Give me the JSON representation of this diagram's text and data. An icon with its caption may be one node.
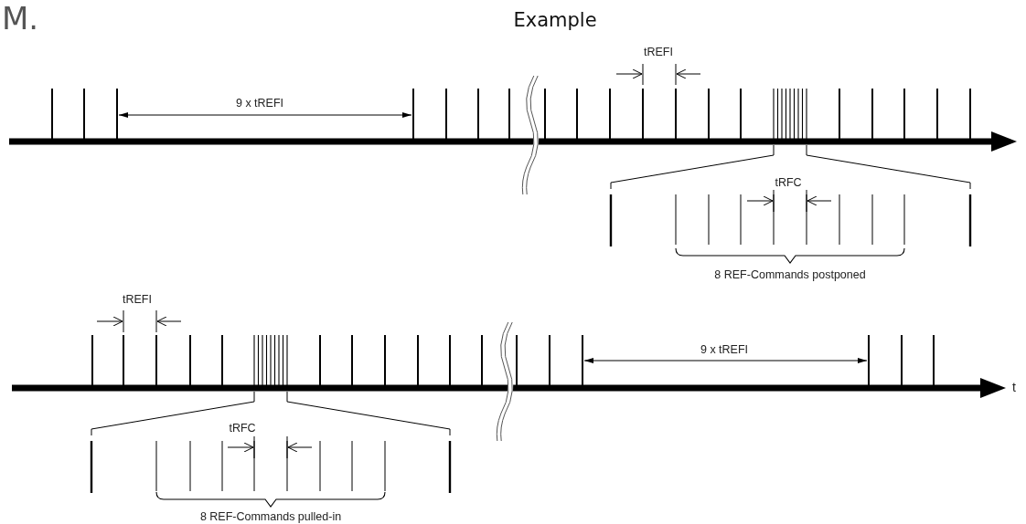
{
  "diagram": {
    "title": "Example",
    "labels": [
      "M.",
      "tREFI",
      "9 x tREFI",
      "tRFC",
      "8 REF-Commands postponed",
      "tREFI",
      "9 x tREFI",
      "t",
      "tRFC",
      "8 REF-Commands pulled-in"
    ]
  }
}
